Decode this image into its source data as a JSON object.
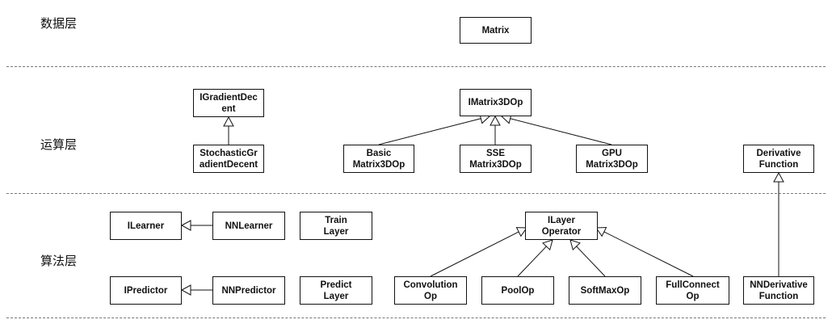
{
  "layers": {
    "data": "数据层",
    "compute": "运算层",
    "algorithm": "算法层"
  },
  "boxes": {
    "matrix": [
      "Matrix"
    ],
    "igradient": [
      "IGradientDec",
      "ent"
    ],
    "sgd": [
      "StochasticGr",
      "adientDecent"
    ],
    "imatrix": [
      "IMatrix3DOp"
    ],
    "basic": [
      "Basic",
      "Matrix3DOp"
    ],
    "sse": [
      "SSE",
      "Matrix3DOp"
    ],
    "gpu": [
      "GPU",
      "Matrix3DOp"
    ],
    "derivative": [
      "Derivative",
      "Function"
    ],
    "ilearner": [
      "ILearner"
    ],
    "nnlearner": [
      "NNLearner"
    ],
    "trainlayer": [
      "Train",
      "Layer"
    ],
    "ilayer": [
      "ILayer",
      "Operator"
    ],
    "ipredictor": [
      "IPredictor"
    ],
    "nnpredictor": [
      "NNPredictor"
    ],
    "predictlayer": [
      "Predict",
      "Layer"
    ],
    "convolution": [
      "Convolution",
      "Op"
    ],
    "poolop": [
      "PoolOp"
    ],
    "softmax": [
      "SoftMaxOp"
    ],
    "fullconnect": [
      "FullConnect",
      "Op"
    ],
    "nnderivative": [
      "NNDerivative",
      "Function"
    ]
  },
  "colors": {
    "line": "#111111",
    "separator": "#777777",
    "background": "#ffffff"
  }
}
